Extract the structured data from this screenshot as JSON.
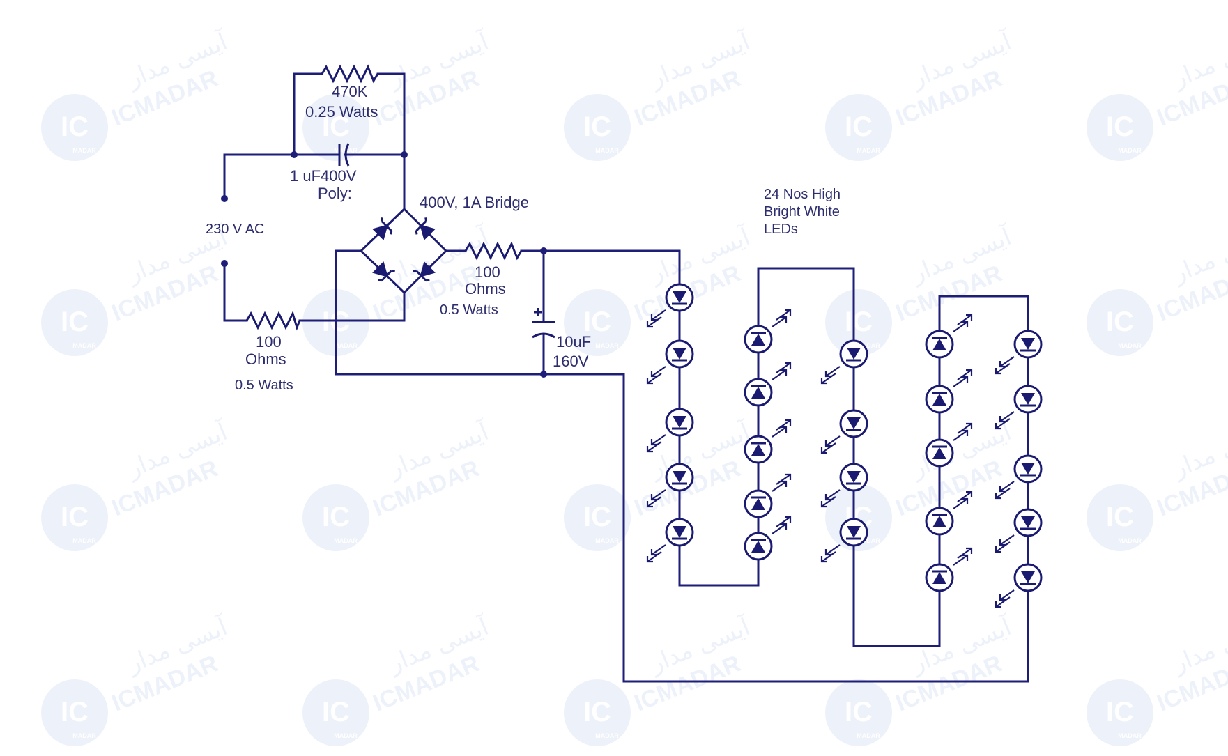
{
  "colors": {
    "wire": "#1e1e78",
    "component": "#1a1a70",
    "text": "#2c2c6e",
    "watermark": "#dfe6f6"
  },
  "watermark": {
    "logo_text": "IC",
    "logo_subtext": "MADAR",
    "latin": "ICMADAR",
    "arabic": "آیسی مدار"
  },
  "labels": {
    "source": "230 V AC",
    "r_bleed_value": "470K",
    "r_bleed_power": "0.25 Watts",
    "cap_value": "1 uF400V",
    "cap_type": "Poly:",
    "bridge": "400V, 1A Bridge",
    "r_out_value": "100",
    "r_out_unit": "Ohms",
    "r_out_power": "0.5 Watts",
    "r_in_value": "100",
    "r_in_unit": "Ohms",
    "r_in_power": "0.5 Watts",
    "filter_cap_value": "10uF",
    "filter_cap_voltage": "160V",
    "leds_line1": "24 Nos High",
    "leds_line2": "Bright White",
    "leds_line3": "LEDs"
  }
}
